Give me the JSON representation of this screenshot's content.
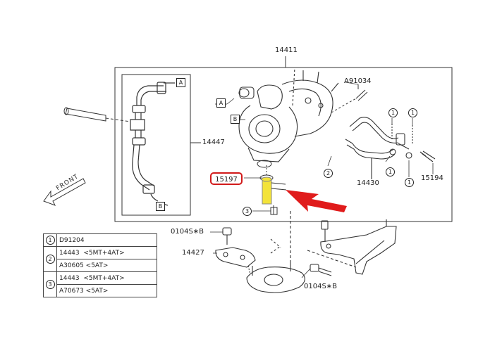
{
  "labels": {
    "assembly": "14411",
    "hose_group": "14447",
    "highlighted": "15197",
    "stud": "A91034",
    "pipe": "14430",
    "bolt_right": "15194",
    "bolt_upper": "0104S∗B",
    "bracket": "14427",
    "bolt_lower": "0104S∗B",
    "front": "FRONT"
  },
  "refs": {
    "a": "A",
    "b": "B"
  },
  "circles": {
    "one": "1",
    "two": "2",
    "three": "3"
  },
  "legend": {
    "rows": [
      {
        "idx": "1",
        "text": "D91204"
      },
      {
        "idx": "2",
        "text": "14443  <5MT+4AT>"
      },
      {
        "idx": "",
        "text": "A30605 <5AT>"
      },
      {
        "idx": "3",
        "text": "14443  <5MT+4AT>"
      },
      {
        "idx": "",
        "text": "A70673 <5AT>"
      }
    ]
  },
  "colors": {
    "highlight_box": "#d11a1a",
    "highlight_part": "#f3e33a",
    "arrow": "#e01b1b",
    "line": "#333333"
  }
}
